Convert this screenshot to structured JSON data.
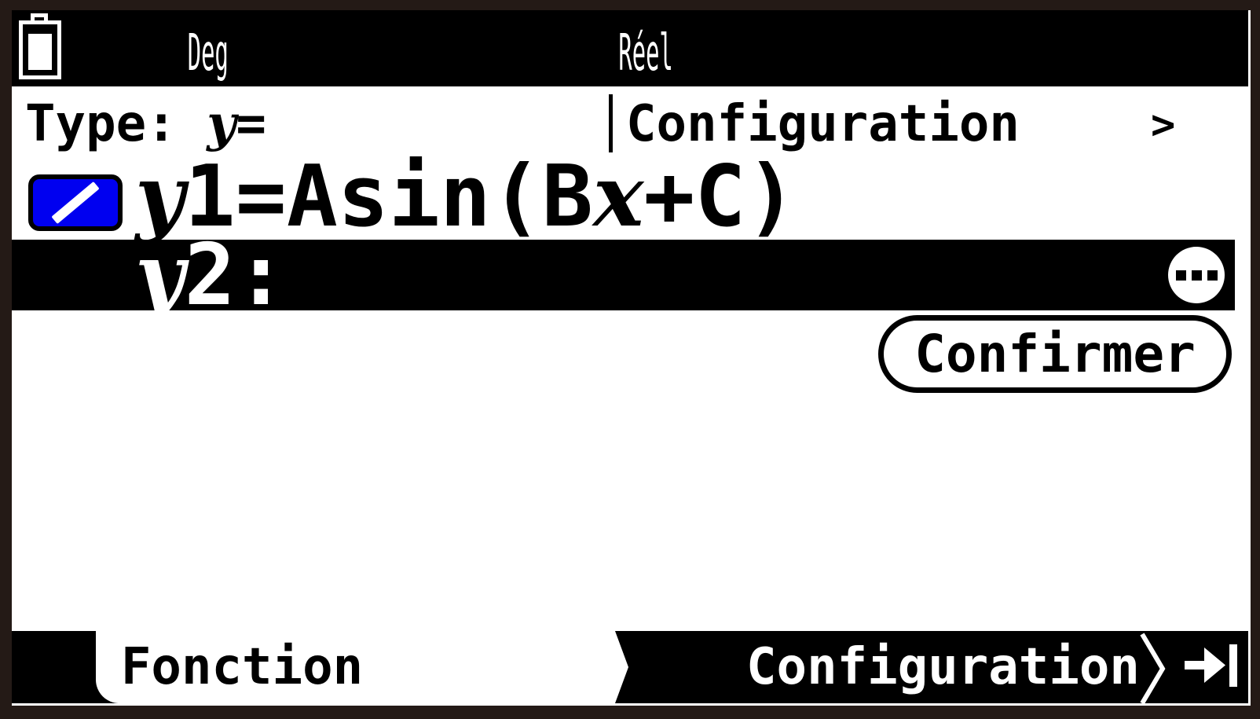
{
  "colors": {
    "frame": "#241a16",
    "screen_bg": "#ffffff",
    "status_bar_bg": "#000000",
    "selection_bg": "#000000",
    "style_swatch_blue": "#0000f0",
    "text_on_dark": "#ffffff",
    "text": "#000000"
  },
  "status_bar": {
    "battery_icon": "battery-icon",
    "angle_unit": "Deg",
    "number_format": "Réel"
  },
  "header": {
    "type_label": "Type:",
    "type_var": "y",
    "type_eq": "=",
    "menu_label": "Configuration",
    "menu_chevron": ">"
  },
  "functions": [
    {
      "var": "y",
      "index": "1",
      "expr_pre": "=Asin(B",
      "expr_var": "x",
      "expr_post": "+C)",
      "style_icon": "line-style-slash-icon",
      "selected": false
    },
    {
      "var": "y",
      "index": "2",
      "suffix": ":",
      "options_icon": "ellipsis-icon",
      "selected": true
    }
  ],
  "confirm_button": {
    "label": "Confirmer"
  },
  "tab_bar": {
    "left_tab": "Fonction",
    "right_tab": "Configuration",
    "divider_icon": "chevron-right-icon",
    "next_icon": "arrow-to-bar-icon"
  }
}
